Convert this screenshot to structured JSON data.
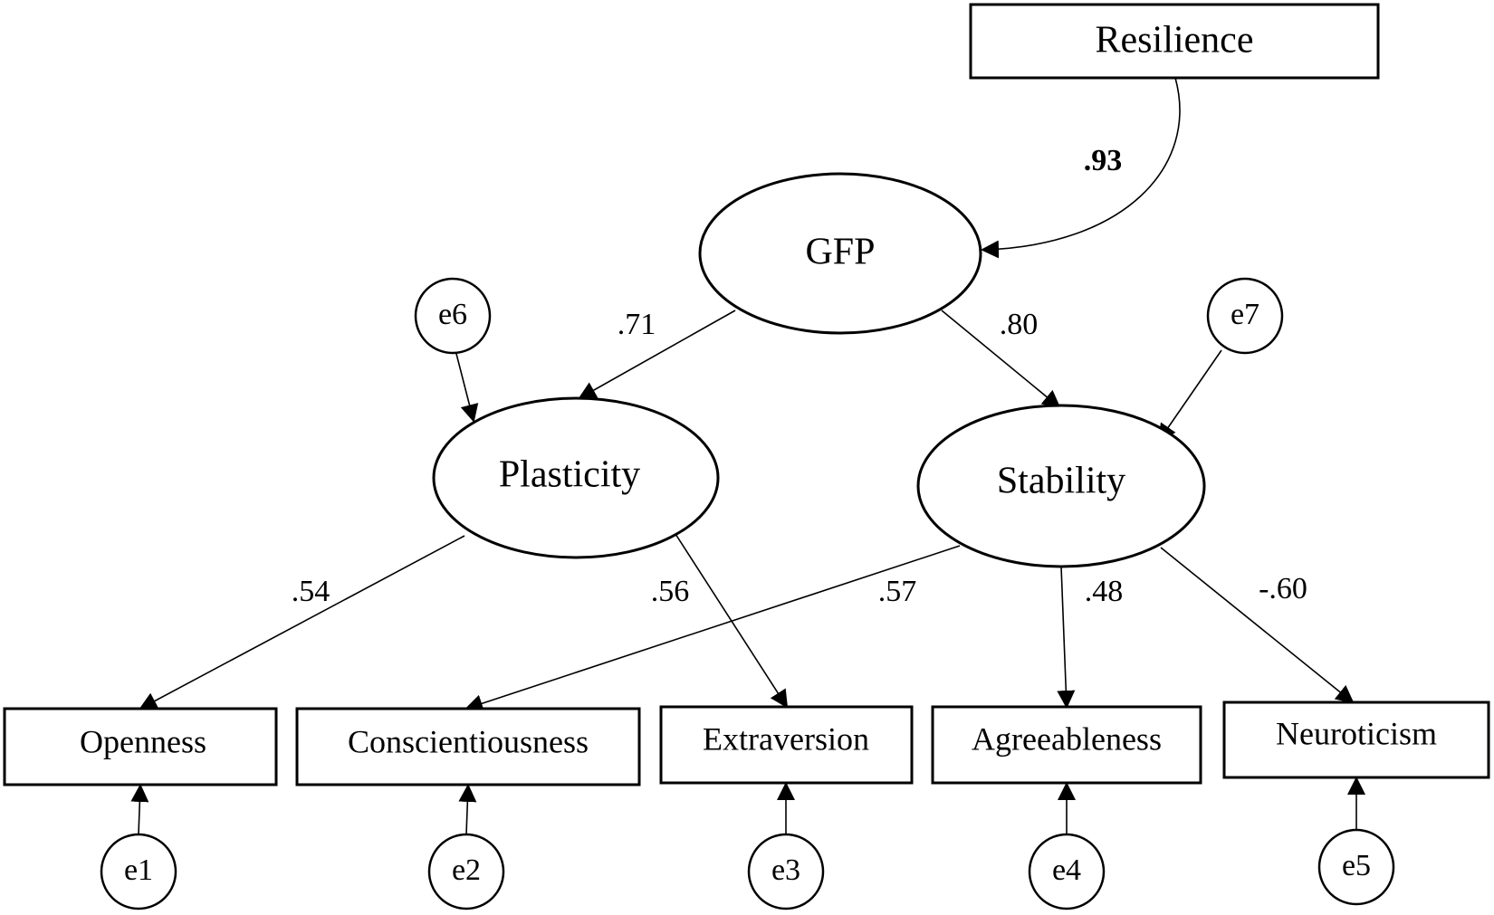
{
  "nodes": {
    "resilience": "Resilience",
    "gfp": "GFP",
    "plasticity": "Plasticity",
    "stability": "Stability",
    "openness": "Openness",
    "conscientiousness": "Conscientiousness",
    "extraversion": "Extraversion",
    "agreeableness": "Agreeableness",
    "neuroticism": "Neuroticism"
  },
  "errors": {
    "e1": "e1",
    "e2": "e2",
    "e3": "e3",
    "e4": "e4",
    "e5": "e5",
    "e6": "e6",
    "e7": "e7"
  },
  "paths": {
    "gfp_resilience": ".93",
    "gfp_plasticity": ".71",
    "gfp_stability": ".80",
    "plasticity_openness": ".54",
    "plasticity_extraversion": ".56",
    "stability_conscientiousness": ".57",
    "stability_agreeableness": ".48",
    "stability_neuroticism": "-.60"
  }
}
